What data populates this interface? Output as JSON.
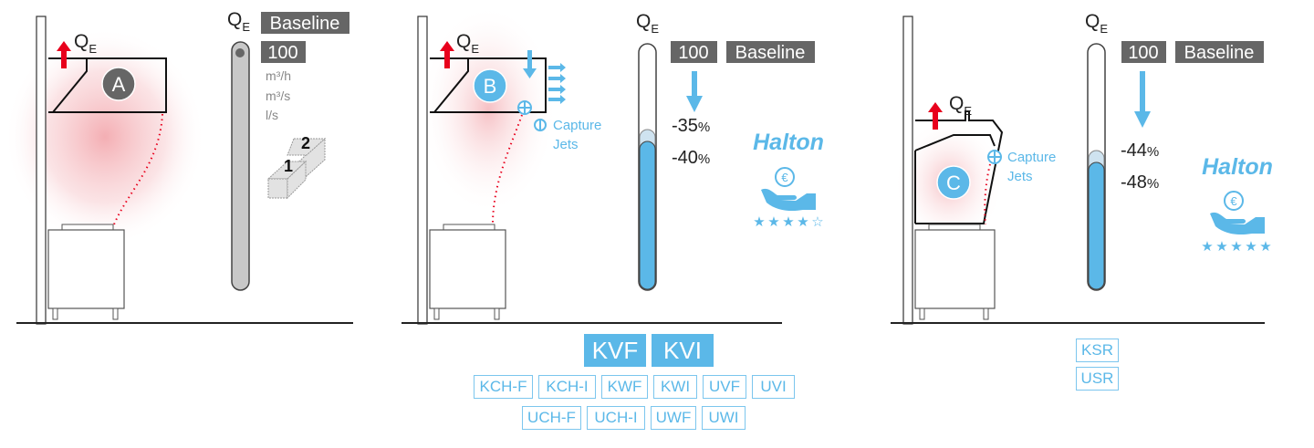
{
  "colors": {
    "accent": "#5bb8e8",
    "heat": "#e8001c",
    "dark_label": "#666666",
    "tube_gray": "#c8c8c8"
  },
  "q_symbol": "Q",
  "q_sub": "E",
  "panel_a": {
    "hood_label": "A",
    "baseline": "Baseline",
    "value": "100",
    "units": [
      "m³/h",
      "m³/s",
      "l/s"
    ],
    "module_numbers": [
      "1",
      "2"
    ]
  },
  "panel_b": {
    "hood_label": "B",
    "capture_jets": [
      "Capture",
      "Jets"
    ],
    "value": "100",
    "baseline": "Baseline",
    "reductions": [
      "-35",
      "-40"
    ],
    "percent": "%",
    "brand": "Halton",
    "rating_stars": 4,
    "rating_max": 5,
    "fill_fraction": 0.6,
    "primary_models": [
      "KVF",
      "KVI"
    ],
    "models_row1": [
      "KCH-F",
      "KCH-I",
      "KWF",
      "KWI",
      "UVF",
      "UVI"
    ],
    "models_row2": [
      "UCH-F",
      "UCH-I",
      "UWF",
      "UWI"
    ]
  },
  "panel_c": {
    "hood_label": "C",
    "capture_jets": [
      "Capture",
      "Jets"
    ],
    "value": "100",
    "baseline": "Baseline",
    "reductions": [
      "-44",
      "-48"
    ],
    "percent": "%",
    "brand": "Halton",
    "rating_stars": 5,
    "rating_max": 5,
    "fill_fraction": 0.52,
    "models": [
      "KSR",
      "USR"
    ]
  }
}
